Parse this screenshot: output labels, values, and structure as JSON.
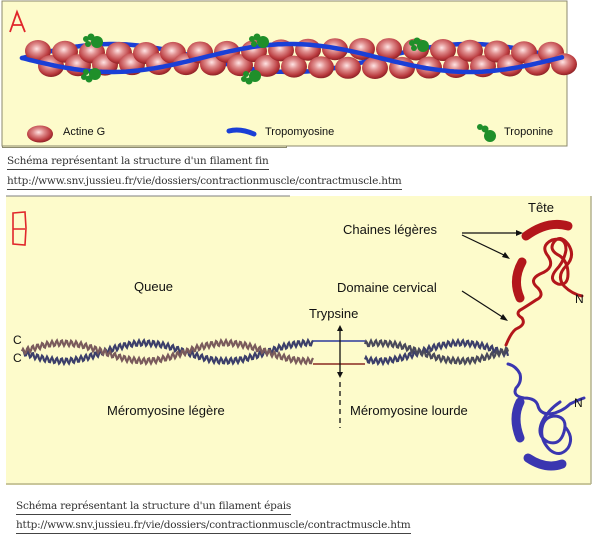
{
  "panel_a": {
    "letter": "A",
    "legend": [
      {
        "label": "Actine G",
        "icon": "actin-g-sphere-icon"
      },
      {
        "label": "Tropomyosine",
        "icon": "tropomyosin-strand-icon"
      },
      {
        "label": "Troponine",
        "icon": "troponin-cluster-icon"
      }
    ],
    "caption": "Schéma représentant la structure d'un filament fin",
    "source_url": "http://www.snv.jussieu.fr/vie/dossiers/contractionmuscle/contractmuscle.htm"
  },
  "panel_b": {
    "letter": "B",
    "labels": {
      "head": "Tête",
      "light_chains": "Chaines légères",
      "tail": "Queue",
      "cervical_domain": "Domaine cervical",
      "trypsin": "Trypsine",
      "c_terminus_top": "C",
      "c_terminus_bottom": "C",
      "n_terminus_top": "N",
      "n_terminus_bottom": "N",
      "light_meromyosin": "Méromyosine légère",
      "heavy_meromyosin": "Méromyosine lourde"
    },
    "caption": "Schéma représentant la structure d'un filament épais",
    "source_url": "http://www.snv.jussieu.fr/vie/dossiers/contractionmuscle/contractmuscle.htm"
  },
  "colors": {
    "panel_bg": "#fdfbcb",
    "actin": "#c0484c",
    "tropomyosin": "#1a3fd6",
    "troponin": "#1f8f2a",
    "heavy_chain_red": "#b3161b",
    "heavy_chain_blue": "#3a36b0",
    "letter": "#e0262b"
  }
}
